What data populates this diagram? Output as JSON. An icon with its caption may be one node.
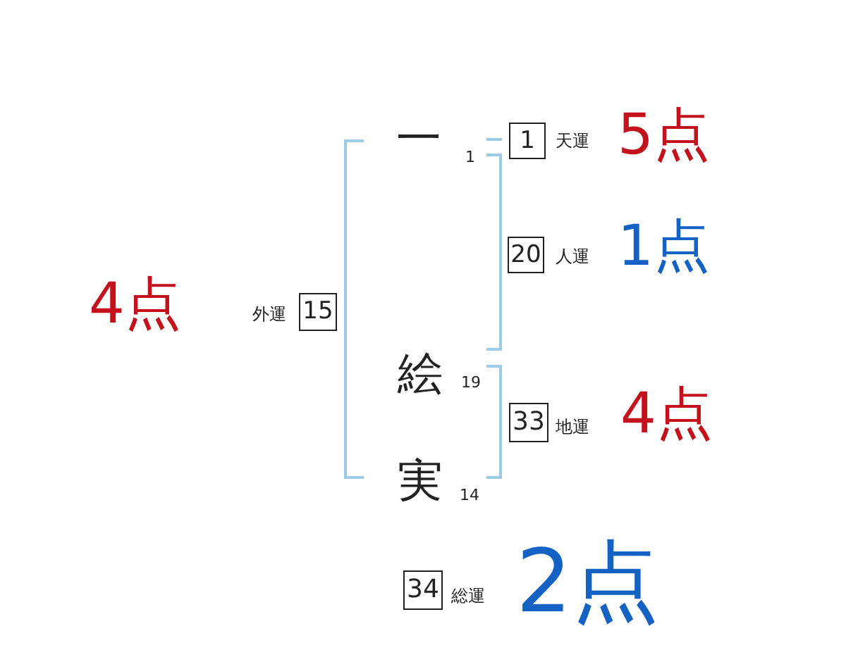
{
  "diagram": {
    "nodes": [
      {
        "text": [
          "1"
        ],
        "beside": [
          "天運",
          "5点"
        ]
      },
      {
        "text": [
          "20"
        ],
        "beside": [
          "人運",
          "1点"
        ]
      },
      {
        "text": [
          "15"
        ],
        "beside": [
          "外運",
          "4点"
        ]
      },
      {
        "text": [
          "33"
        ],
        "beside": [
          "地運",
          "4点"
        ]
      },
      {
        "text": [
          "34"
        ],
        "beside": [
          "総運",
          "2点"
        ]
      }
    ],
    "labels": [
      "一",
      "1",
      "絵",
      "19",
      "実",
      "14"
    ]
  }
}
